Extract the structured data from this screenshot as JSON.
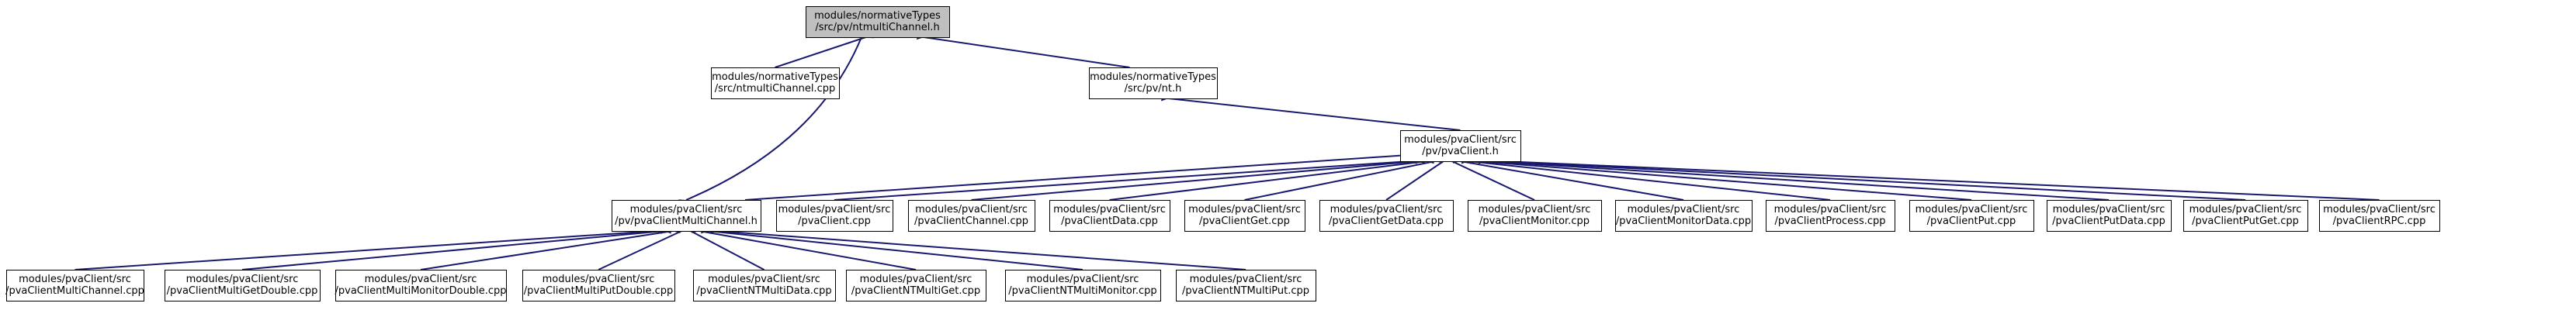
{
  "diagram": {
    "nodes": [
      {
        "id": "root",
        "lines": [
          "modules/normativeTypes",
          "/src/pv/ntmultiChannel.h"
        ],
        "highlight": true
      },
      {
        "id": "ntmc_cpp",
        "lines": [
          "modules/normativeTypes",
          "/src/ntmultiChannel.cpp"
        ]
      },
      {
        "id": "nt_h",
        "lines": [
          "modules/normativeTypes",
          "/src/pv/nt.h"
        ]
      },
      {
        "id": "pvac_h",
        "lines": [
          "modules/pvaClient/src",
          "/pv/pvaClient.h"
        ]
      },
      {
        "id": "pvamc_h",
        "lines": [
          "modules/pvaClient/src",
          "/pv/pvaClientMultiChannel.h"
        ]
      },
      {
        "id": "pvac_cpp",
        "lines": [
          "modules/pvaClient/src",
          "/pvaClient.cpp"
        ]
      },
      {
        "id": "pvach_cpp",
        "lines": [
          "modules/pvaClient/src",
          "/pvaClientChannel.cpp"
        ]
      },
      {
        "id": "pvadata_cpp",
        "lines": [
          "modules/pvaClient/src",
          "/pvaClientData.cpp"
        ]
      },
      {
        "id": "pvaget_cpp",
        "lines": [
          "modules/pvaClient/src",
          "/pvaClientGet.cpp"
        ]
      },
      {
        "id": "pvagetdata_cpp",
        "lines": [
          "modules/pvaClient/src",
          "/pvaClientGetData.cpp"
        ]
      },
      {
        "id": "pvamon_cpp",
        "lines": [
          "modules/pvaClient/src",
          "/pvaClientMonitor.cpp"
        ]
      },
      {
        "id": "pvamondata_cpp",
        "lines": [
          "modules/pvaClient/src",
          "/pvaClientMonitorData.cpp"
        ]
      },
      {
        "id": "pvaproc_cpp",
        "lines": [
          "modules/pvaClient/src",
          "/pvaClientProcess.cpp"
        ]
      },
      {
        "id": "pvaput_cpp",
        "lines": [
          "modules/pvaClient/src",
          "/pvaClientPut.cpp"
        ]
      },
      {
        "id": "pvaputdata_cpp",
        "lines": [
          "modules/pvaClient/src",
          "/pvaClientPutData.cpp"
        ]
      },
      {
        "id": "pvaputget_cpp",
        "lines": [
          "modules/pvaClient/src",
          "/pvaClientPutGet.cpp"
        ]
      },
      {
        "id": "pvarpc_cpp",
        "lines": [
          "modules/pvaClient/src",
          "/pvaClientRPC.cpp"
        ]
      },
      {
        "id": "pvamc_cpp",
        "lines": [
          "modules/pvaClient/src",
          "/pvaClientMultiChannel.cpp"
        ]
      },
      {
        "id": "pvamgd_cpp",
        "lines": [
          "modules/pvaClient/src",
          "/pvaClientMultiGetDouble.cpp"
        ]
      },
      {
        "id": "pvammd_cpp",
        "lines": [
          "modules/pvaClient/src",
          "/pvaClientMultiMonitorDouble.cpp"
        ]
      },
      {
        "id": "pvampd_cpp",
        "lines": [
          "modules/pvaClient/src",
          "/pvaClientMultiPutDouble.cpp"
        ]
      },
      {
        "id": "pvantmd_cpp",
        "lines": [
          "modules/pvaClient/src",
          "/pvaClientNTMultiData.cpp"
        ]
      },
      {
        "id": "pvantmg_cpp",
        "lines": [
          "modules/pvaClient/src",
          "/pvaClientNTMultiGet.cpp"
        ]
      },
      {
        "id": "pvantmm_cpp",
        "lines": [
          "modules/pvaClient/src",
          "/pvaClientNTMultiMonitor.cpp"
        ]
      },
      {
        "id": "pvantmp_cpp",
        "lines": [
          "modules/pvaClient/src",
          "/pvaClientNTMultiPut.cpp"
        ]
      }
    ],
    "edges": [
      [
        "root",
        "ntmc_cpp"
      ],
      [
        "root",
        "nt_h"
      ],
      [
        "root",
        "pvamc_h"
      ],
      [
        "nt_h",
        "pvac_h"
      ],
      [
        "pvac_h",
        "pvamc_h"
      ],
      [
        "pvac_h",
        "pvac_cpp"
      ],
      [
        "pvac_h",
        "pvach_cpp"
      ],
      [
        "pvac_h",
        "pvadata_cpp"
      ],
      [
        "pvac_h",
        "pvaget_cpp"
      ],
      [
        "pvac_h",
        "pvagetdata_cpp"
      ],
      [
        "pvac_h",
        "pvamon_cpp"
      ],
      [
        "pvac_h",
        "pvamondata_cpp"
      ],
      [
        "pvac_h",
        "pvaproc_cpp"
      ],
      [
        "pvac_h",
        "pvaput_cpp"
      ],
      [
        "pvac_h",
        "pvaputdata_cpp"
      ],
      [
        "pvac_h",
        "pvaputget_cpp"
      ],
      [
        "pvac_h",
        "pvarpc_cpp"
      ],
      [
        "pvamc_h",
        "pvamc_cpp"
      ],
      [
        "pvamc_h",
        "pvamgd_cpp"
      ],
      [
        "pvamc_h",
        "pvammd_cpp"
      ],
      [
        "pvamc_h",
        "pvampd_cpp"
      ],
      [
        "pvamc_h",
        "pvantmd_cpp"
      ],
      [
        "pvamc_h",
        "pvantmg_cpp"
      ],
      [
        "pvamc_h",
        "pvantmm_cpp"
      ],
      [
        "pvamc_h",
        "pvantmp_cpp"
      ]
    ],
    "colors": {
      "edge": "#191970",
      "node_border": "#000000",
      "node_fill": "#ffffff",
      "highlight_fill": "#bfbfbf",
      "text": "#000000"
    }
  }
}
